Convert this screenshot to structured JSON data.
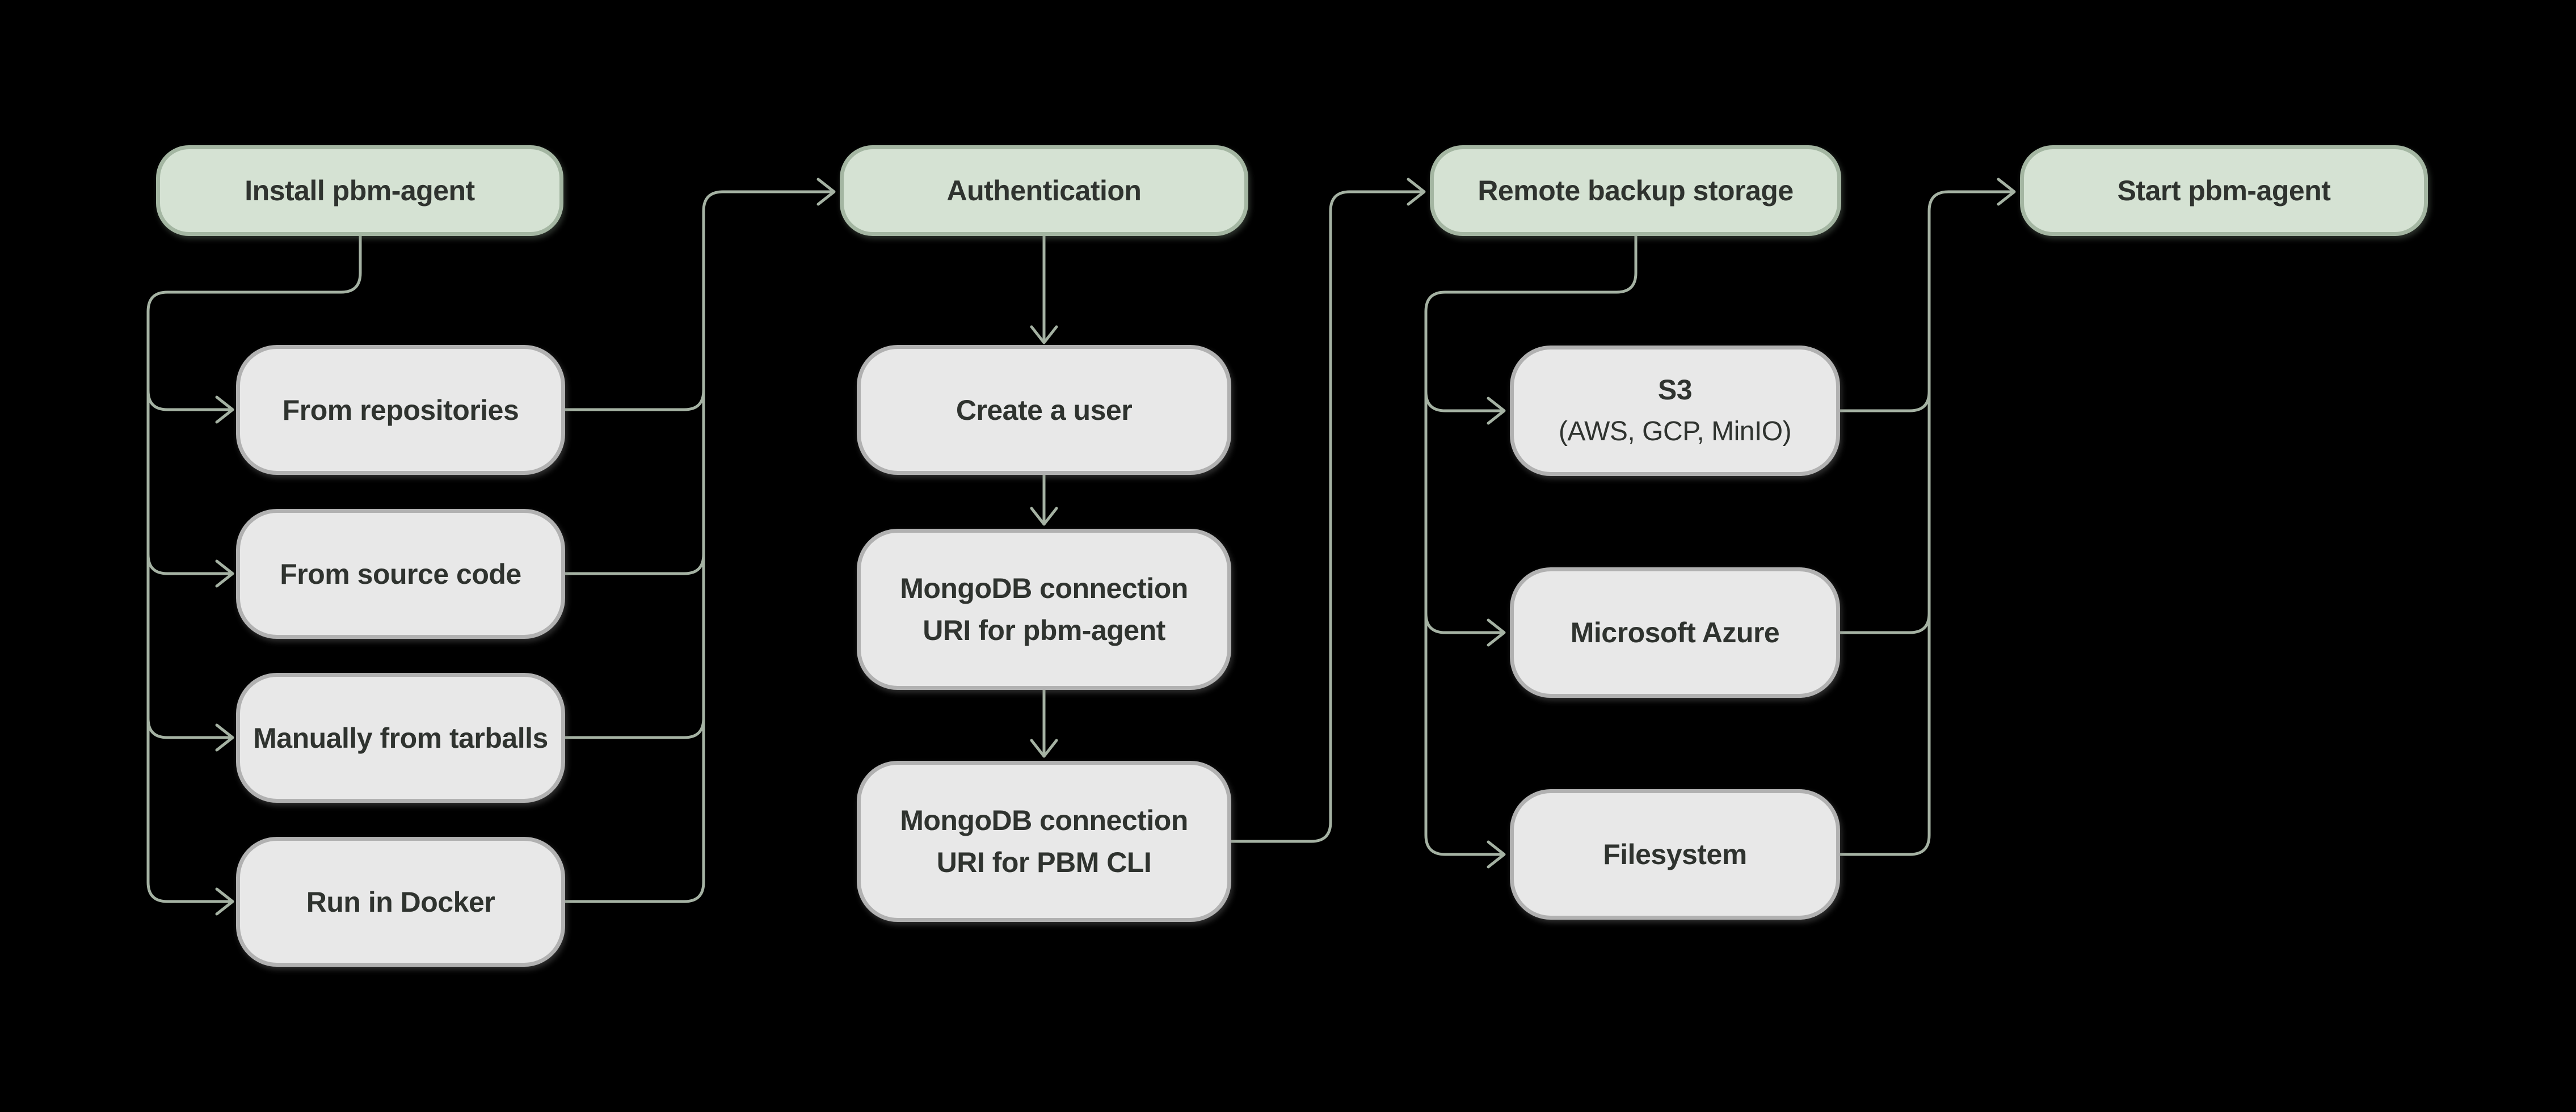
{
  "diagram": {
    "stages": [
      {
        "id": "install-pbm-agent",
        "label": "Install pbm-agent"
      },
      {
        "id": "authentication",
        "label": "Authentication"
      },
      {
        "id": "remote-backup-storage",
        "label": "Remote backup storage"
      },
      {
        "id": "start-pbm-agent",
        "label": "Start pbm-agent"
      }
    ],
    "install_options": [
      {
        "id": "from-repositories",
        "label": "From repositories"
      },
      {
        "id": "from-source-code",
        "label": "From source code"
      },
      {
        "id": "manually-from-tarballs",
        "label": "Manually from tarballs"
      },
      {
        "id": "run-in-docker",
        "label": "Run in Docker"
      }
    ],
    "auth_steps": [
      {
        "id": "create-a-user",
        "lines": [
          "Create a user"
        ]
      },
      {
        "id": "mongodb-connection-uri-for-pbm-agent",
        "lines": [
          "MongoDB connection",
          "URI for pbm-agent"
        ]
      },
      {
        "id": "mongodb-connection-uri-for-pbm-cli",
        "lines": [
          "MongoDB connection",
          "URI for PBM CLI"
        ]
      }
    ],
    "storage_options": [
      {
        "id": "s3",
        "label": "S3",
        "sublabel": "(AWS, GCP, MinIO)"
      },
      {
        "id": "microsoft-azure",
        "label": "Microsoft Azure"
      },
      {
        "id": "filesystem",
        "label": "Filesystem"
      }
    ],
    "edges": [
      {
        "from": "install-pbm-agent",
        "to": "from-repositories"
      },
      {
        "from": "install-pbm-agent",
        "to": "from-source-code"
      },
      {
        "from": "install-pbm-agent",
        "to": "manually-from-tarballs"
      },
      {
        "from": "install-pbm-agent",
        "to": "run-in-docker"
      },
      {
        "from": "from-repositories",
        "to": "authentication"
      },
      {
        "from": "from-source-code",
        "to": "authentication"
      },
      {
        "from": "manually-from-tarballs",
        "to": "authentication"
      },
      {
        "from": "run-in-docker",
        "to": "authentication"
      },
      {
        "from": "authentication",
        "to": "create-a-user"
      },
      {
        "from": "create-a-user",
        "to": "mongodb-connection-uri-for-pbm-agent"
      },
      {
        "from": "mongodb-connection-uri-for-pbm-agent",
        "to": "mongodb-connection-uri-for-pbm-cli"
      },
      {
        "from": "mongodb-connection-uri-for-pbm-cli",
        "to": "remote-backup-storage"
      },
      {
        "from": "remote-backup-storage",
        "to": "s3"
      },
      {
        "from": "remote-backup-storage",
        "to": "microsoft-azure"
      },
      {
        "from": "remote-backup-storage",
        "to": "filesystem"
      },
      {
        "from": "s3",
        "to": "start-pbm-agent"
      },
      {
        "from": "microsoft-azure",
        "to": "start-pbm-agent"
      },
      {
        "from": "filesystem",
        "to": "start-pbm-agent"
      }
    ],
    "colors": {
      "background": "#000000",
      "stage_fill": "#d5e2d3",
      "stage_border": "#a4b6a2",
      "option_fill": "#e8e8e8",
      "option_border": "#b1b1b1",
      "connector": "#a5b2a3",
      "text": "#2f332f"
    }
  }
}
